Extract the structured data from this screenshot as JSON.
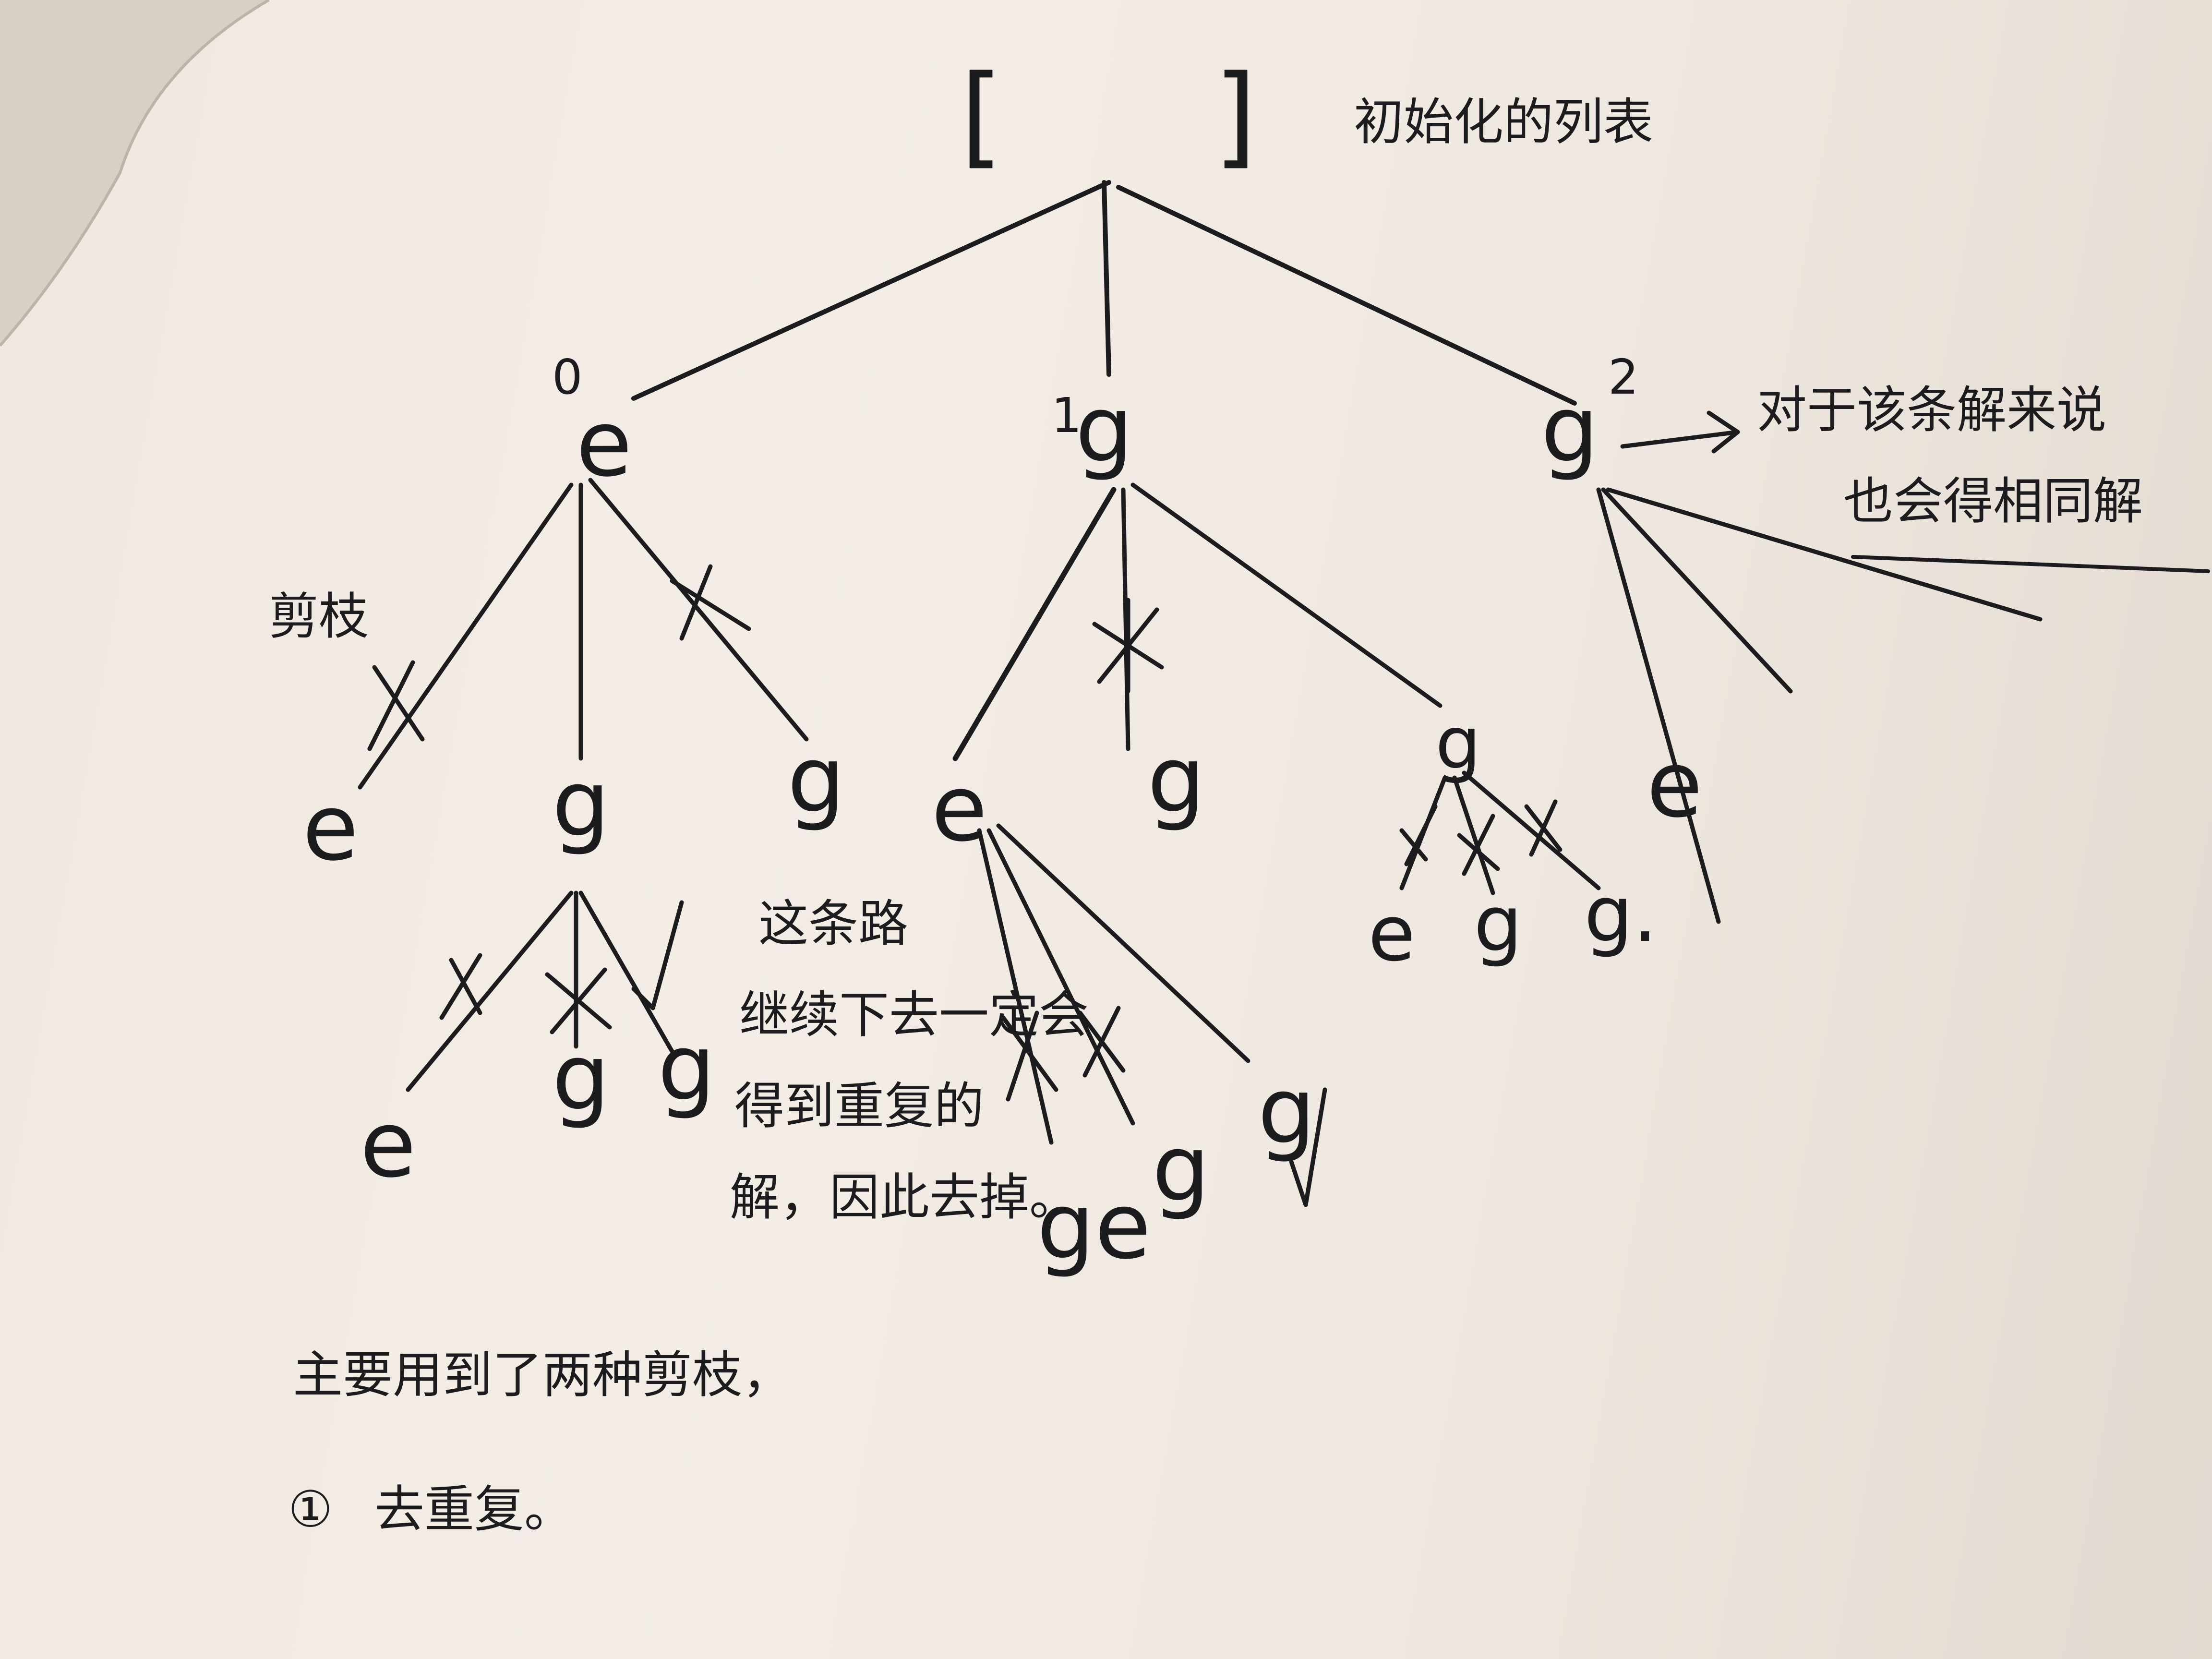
{
  "root_label": "[      ]",
  "root_note": "初始化的列表",
  "level1": [
    {
      "letter": "e",
      "index": "0"
    },
    {
      "letter": "g",
      "index": "1"
    },
    {
      "letter": "g",
      "index": "2"
    }
  ],
  "level2_e": [
    "e",
    "g",
    "g"
  ],
  "level2_g": [
    "e",
    "g",
    "g"
  ],
  "level2_g2": [
    "e"
  ],
  "level3_under_g": [
    "e",
    "g",
    "g"
  ],
  "level3_under_e": [
    "ge",
    "g",
    "g"
  ],
  "level3_under_g2": [
    "e",
    "g",
    "g."
  ],
  "note_prune": "剪枝",
  "note_right_line1": "对于该条解来说",
  "note_right_line2": "也会得相同解",
  "note_middle_lines": [
    "这条路",
    "继续下去一定会",
    "得到重复的",
    "解，因此去掉。"
  ],
  "bottom_line1": "主要用到了两种剪枝，",
  "bottom_line2_number": "①",
  "bottom_line2_text": "去重复。"
}
